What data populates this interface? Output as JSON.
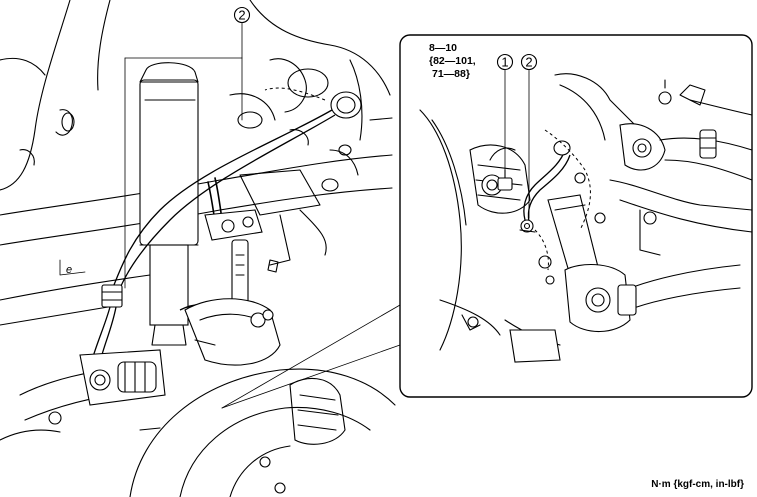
{
  "callouts": {
    "main_item_2": "2",
    "detail_item_1": "1",
    "detail_item_2": "2"
  },
  "torque": {
    "line1": "8—10",
    "line2": "{82—101,",
    "line3": "71—88}"
  },
  "units_label": "N·m {kgf-cm, in-lbf}"
}
